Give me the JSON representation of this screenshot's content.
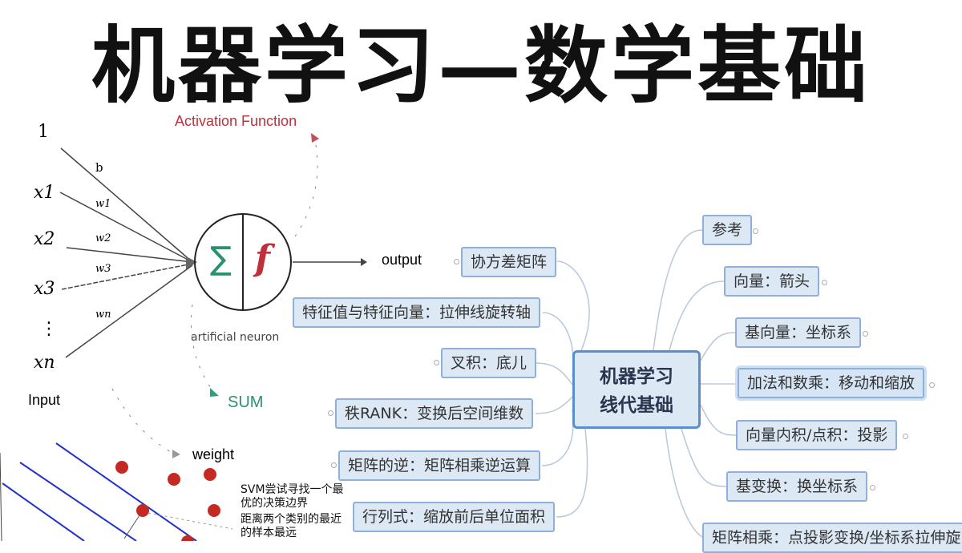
{
  "title": "机器学习—数学基础",
  "neuron": {
    "activation_label": "Activation Function",
    "bias_input": "1",
    "bias_weight": "b",
    "inputs": [
      "x1",
      "x2",
      "x3",
      "⋮",
      "xn"
    ],
    "weights": [
      "w1",
      "w2",
      "w3",
      "wn"
    ],
    "sum_symbol": "∑",
    "f_symbol": "f",
    "neuron_label": "artificial neuron",
    "output_label": "output",
    "input_label": "Input",
    "sum_label": "SUM",
    "weight_label": "weight"
  },
  "svm": {
    "line1": "SVM尝试寻找一个最优的决策边界",
    "line2": "距离两个类别的最近的样本最远"
  },
  "mindmap": {
    "central_line1": "机器学习",
    "central_line2": "线代基础",
    "left": [
      "协方差矩阵",
      "特征值与特征向量：拉伸线旋转轴",
      "叉积：底儿",
      "秩RANK：变换后空间维数",
      "矩阵的逆：矩阵相乘逆运算",
      "行列式：缩放前后单位面积"
    ],
    "right": [
      "参考",
      "向量：箭头",
      "基向量：坐标系",
      "加法和数乘：移动和缩放",
      "向量内积/点积：投影",
      "基变换：换坐标系",
      "矩阵相乘：点投影变换/坐标系拉伸旋"
    ]
  },
  "colors": {
    "activation": "#c0303a",
    "sum": "#2a9070",
    "node_border": "#8fb0d8",
    "central_border": "#5a8fcf",
    "svm_line": "#2233cc",
    "svm_dot": "#c42a22"
  }
}
